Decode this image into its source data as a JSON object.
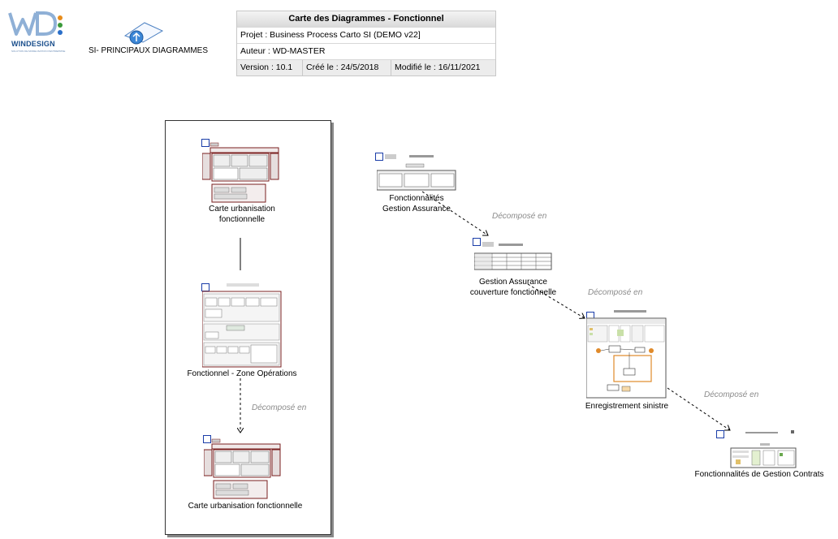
{
  "logo": {
    "brand_top": "WIN",
    "brand_bottom": "DESIGN",
    "tagline": "SOLUTION DE MODELISATION D'ENTREPRISE"
  },
  "principal": {
    "label": "SI- PRINCIPAUX DIAGRAMMES",
    "icon": "up-arrow-diamond-icon"
  },
  "title_block": {
    "title": "Carte des Diagrammes - Fonctionnel",
    "project": "Projet : Business Process Carto SI (DEMO v22]",
    "author": "Auteur : WD-MASTER",
    "version": "Version : 10.1",
    "created": "Créé le : 24/5/2018",
    "modified": "Modifié le : 16/11/2021"
  },
  "nodes": {
    "carte_urbanisation_1": "Carte urbanisation\nfonctionnelle",
    "zone_operations": "Fonctionnel - Zone Opérations",
    "carte_urbanisation_2": "Carte urbanisation fonctionnelle",
    "fonct_gestion_assurance": "Fonctionnalités\nGestion Assurance",
    "gestion_assurance_couverture": "Gestion Assurance\ncouverture fonctionnelle",
    "enregistrement_sinistre": "Enregistrement sinistre",
    "fonct_gestion_contrats": "Fonctionnalités de Gestion Contrats"
  },
  "links": {
    "decompose_1": "Décomposé en",
    "decompose_2": "Décomposé en",
    "decompose_3": "Décomposé en",
    "decompose_4": "Décomposé en"
  },
  "colors": {
    "frame_border": "#333333",
    "thumb_border": "#7a1f1f",
    "shortcut": "#1a3da8",
    "decompose_text": "#8a8a8a",
    "brand": "#1b4f8c"
  }
}
